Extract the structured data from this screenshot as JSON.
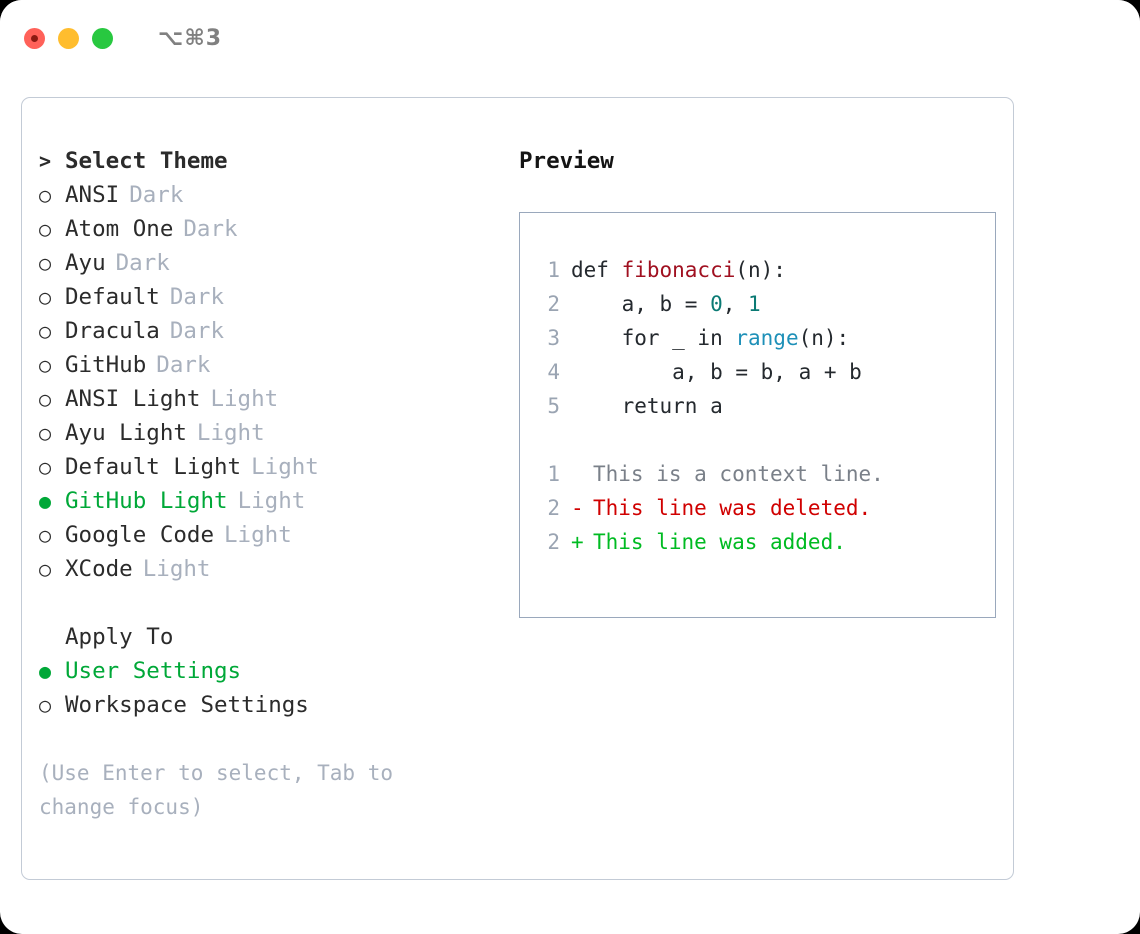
{
  "window": {
    "traffic_lights": [
      "close",
      "minimize",
      "maximize"
    ],
    "shortcut": "⌥⌘3",
    "accent_green": "#00a838",
    "muted_gray": "#a8b0bd"
  },
  "theme_list": {
    "header_marker": ">",
    "header_label": "Select Theme",
    "items": [
      {
        "marker": "○",
        "name": "ANSI",
        "category": "Dark",
        "selected": false
      },
      {
        "marker": "○",
        "name": "Atom One",
        "category": "Dark",
        "selected": false
      },
      {
        "marker": "○",
        "name": "Ayu",
        "category": "Dark",
        "selected": false
      },
      {
        "marker": "○",
        "name": "Default",
        "category": "Dark",
        "selected": false
      },
      {
        "marker": "○",
        "name": "Dracula",
        "category": "Dark",
        "selected": false
      },
      {
        "marker": "○",
        "name": "GitHub",
        "category": "Dark",
        "selected": false
      },
      {
        "marker": "○",
        "name": "ANSI Light",
        "category": "Light",
        "selected": false
      },
      {
        "marker": "○",
        "name": "Ayu Light",
        "category": "Light",
        "selected": false
      },
      {
        "marker": "○",
        "name": "Default Light",
        "category": "Light",
        "selected": false
      },
      {
        "marker": "●",
        "name": "GitHub Light",
        "category": "Light",
        "selected": true
      },
      {
        "marker": "○",
        "name": "Google Code",
        "category": "Light",
        "selected": false
      },
      {
        "marker": "○",
        "name": "XCode",
        "category": "Light",
        "selected": false
      }
    ]
  },
  "apply_to": {
    "header_label": "Apply To",
    "items": [
      {
        "marker": "●",
        "name": "User Settings",
        "selected": true
      },
      {
        "marker": "○",
        "name": "Workspace Settings",
        "selected": false
      }
    ]
  },
  "hint": {
    "text": "(Use Enter to select, Tab to change focus)"
  },
  "preview": {
    "title": "Preview",
    "code_lines": [
      {
        "no": "1",
        "segments": [
          {
            "t": "def ",
            "c": "plain"
          },
          {
            "t": "fibonacci",
            "c": "fn"
          },
          {
            "t": "(n):",
            "c": "plain"
          }
        ]
      },
      {
        "no": "2",
        "segments": [
          {
            "t": "    a, b = ",
            "c": "plain"
          },
          {
            "t": "0",
            "c": "num"
          },
          {
            "t": ", ",
            "c": "plain"
          },
          {
            "t": "1",
            "c": "num"
          }
        ]
      },
      {
        "no": "3",
        "segments": [
          {
            "t": "    for _ in ",
            "c": "plain"
          },
          {
            "t": "range",
            "c": "call"
          },
          {
            "t": "(n):",
            "c": "plain"
          }
        ]
      },
      {
        "no": "4",
        "segments": [
          {
            "t": "        a, b = b, a + b",
            "c": "plain"
          }
        ]
      },
      {
        "no": "5",
        "segments": [
          {
            "t": "    return a",
            "c": "plain"
          }
        ]
      }
    ],
    "diff_lines": [
      {
        "no": "1",
        "sign": " ",
        "text": "This is a context line.",
        "kind": "ctx"
      },
      {
        "no": "2",
        "sign": "-",
        "text": "This line was deleted.",
        "kind": "del"
      },
      {
        "no": "2",
        "sign": "+",
        "text": "This line was added.",
        "kind": "add"
      }
    ]
  }
}
